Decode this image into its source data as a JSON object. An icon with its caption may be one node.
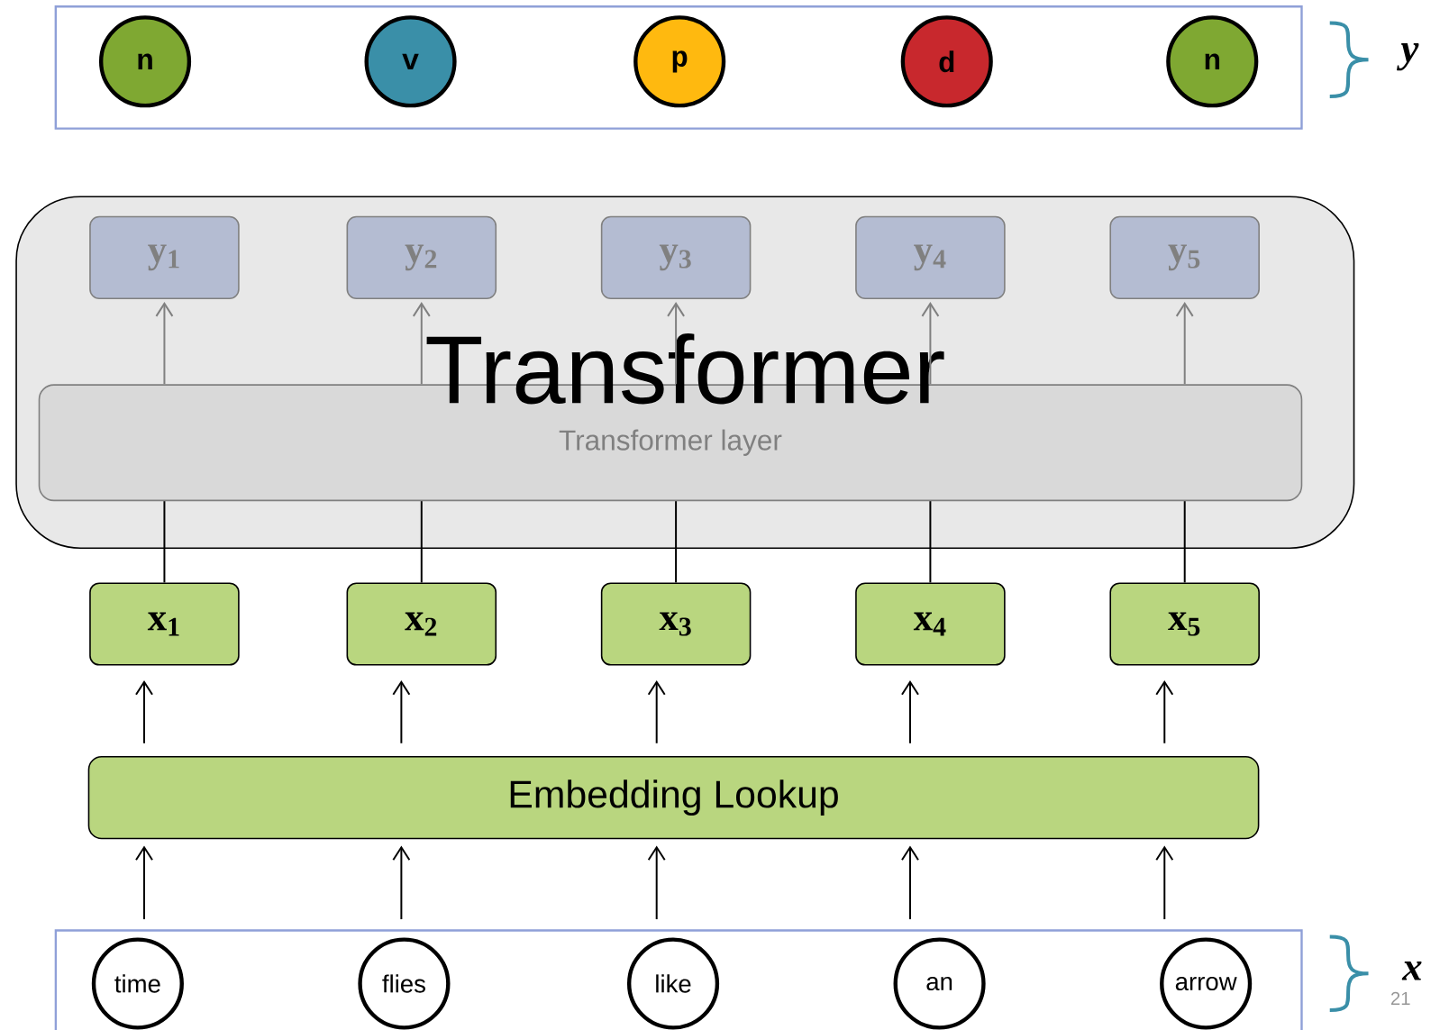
{
  "diagram": {
    "nodes": [
      {
        "text": [],
        "shape": "box",
        "beside": [
          "y"
        ]
      },
      {
        "text": [
          "n"
        ],
        "in": 0
      },
      {
        "text": [
          "v"
        ],
        "in": 0
      },
      {
        "text": [
          "p"
        ],
        "in": 0
      },
      {
        "text": [
          "d"
        ],
        "in": 0
      },
      {
        "text": [
          "n"
        ],
        "in": 0
      },
      {
        "text": [
          "Transformer"
        ]
      },
      {
        "text": [
          "y$_{1}$"
        ],
        "in": 6
      },
      {
        "text": [
          "y$_{2}$"
        ],
        "in": 6
      },
      {
        "text": [
          "y$_{3}$"
        ],
        "in": 6
      },
      {
        "text": [
          "y$_{4}$"
        ],
        "in": 6
      },
      {
        "text": [
          "y$_{5}$"
        ],
        "in": 6
      },
      {
        "text": [
          "Transformer layer"
        ],
        "in": 6
      },
      {
        "text": [
          "x$_{1}$"
        ]
      },
      {
        "text": [
          "x$_{2}$"
        ]
      },
      {
        "text": [
          "x$_{3}$"
        ]
      },
      {
        "text": [
          "x$_{4}$"
        ]
      },
      {
        "text": [
          "x$_{5}$"
        ]
      },
      {
        "text": [
          "Embedding Lookup"
        ]
      },
      {
        "text": [],
        "shape": "box",
        "beside": [
          "x"
        ]
      },
      {
        "text": [
          "time"
        ],
        "in": 19
      },
      {
        "text": [
          "flies"
        ],
        "in": 19
      },
      {
        "text": [
          "like"
        ],
        "in": 19
      },
      {
        "text": [
          "an"
        ],
        "in": 19
      },
      {
        "text": [
          "arrow"
        ],
        "in": 19
      }
    ],
    "edges": [
      {
        "from": 12,
        "to": 7,
        "arrow": "to",
        "color": "#808080"
      },
      {
        "from": 12,
        "to": 8,
        "arrow": "to",
        "color": "#808080"
      },
      {
        "from": 12,
        "to": 9,
        "arrow": "to",
        "color": "#808080"
      },
      {
        "from": 12,
        "to": 10,
        "arrow": "to",
        "color": "#808080"
      },
      {
        "from": 12,
        "to": 11,
        "arrow": "to",
        "color": "#808080"
      },
      {
        "from": 13,
        "to": 12,
        "arrow": "none"
      },
      {
        "from": 14,
        "to": 12,
        "arrow": "none"
      },
      {
        "from": 15,
        "to": 12,
        "arrow": "none"
      },
      {
        "from": 16,
        "to": 12,
        "arrow": "none"
      },
      {
        "from": 17,
        "to": 12,
        "arrow": "none"
      },
      {
        "from": 18,
        "to": 13,
        "arrow": "to"
      },
      {
        "from": 18,
        "to": 14,
        "arrow": "to"
      },
      {
        "from": 18,
        "to": 15,
        "arrow": "to"
      },
      {
        "from": 18,
        "to": 16,
        "arrow": "to"
      },
      {
        "from": 18,
        "to": 17,
        "arrow": "to"
      },
      {
        "from": 20,
        "to": 18,
        "arrow": "to"
      },
      {
        "from": 21,
        "to": 18,
        "arrow": "to"
      },
      {
        "from": 22,
        "to": 18,
        "arrow": "to"
      },
      {
        "from": 23,
        "to": 18,
        "arrow": "to"
      },
      {
        "from": 24,
        "to": 18,
        "arrow": "to"
      }
    ],
    "labels": [
      "21"
    ]
  }
}
